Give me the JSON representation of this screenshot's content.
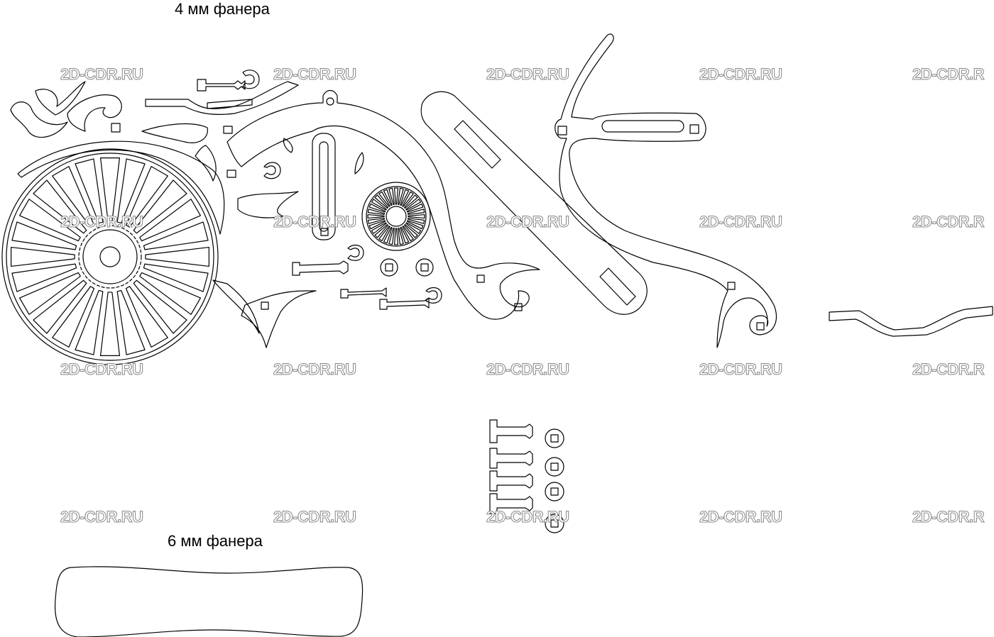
{
  "labels": {
    "plywood_4mm": "4 мм фанера",
    "plywood_6mm": "6 мм фанера"
  },
  "watermark": {
    "text": "2D-CDR.RU",
    "clipped_text": "2D-CDR.R",
    "color": "#888888"
  },
  "colors": {
    "stroke": "#000000",
    "background": "#ffffff"
  },
  "parts": {
    "wheel_spokes": 24,
    "small_wheel_spokes": 32
  }
}
